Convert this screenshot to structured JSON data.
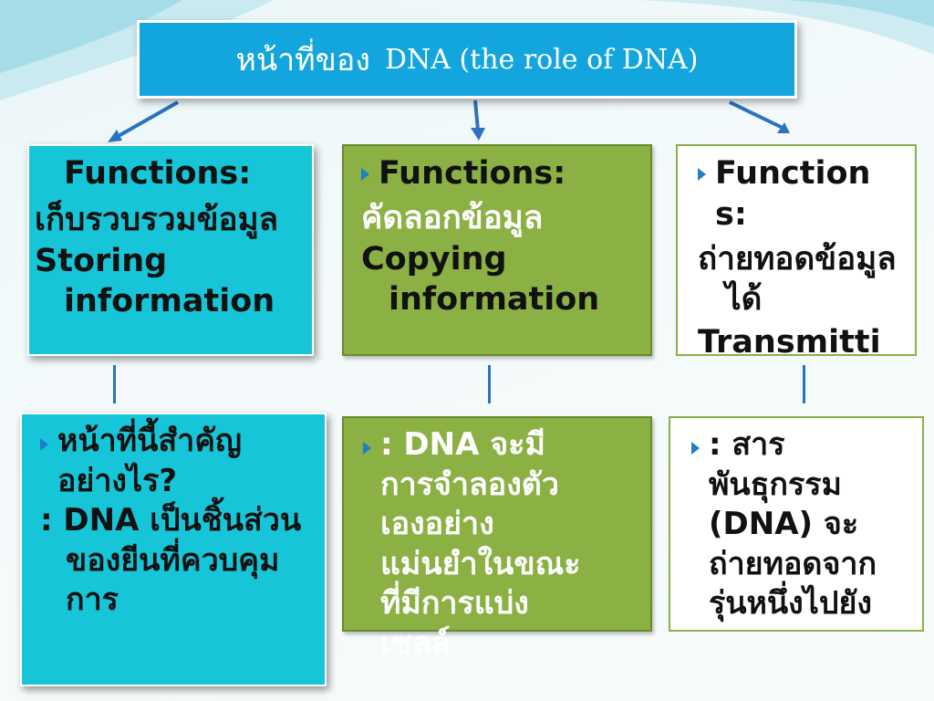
{
  "title": {
    "thai": "หน้าที่ของ",
    "english": "DNA (the role of DNA)"
  },
  "top_boxes": [
    {
      "heading": "Functions:",
      "thai": "เก็บรวบรวมข้อมูล",
      "english": "Storing information"
    },
    {
      "heading": "Functions:",
      "thai": "คัดลอกข้อมูล",
      "english": "Copying information"
    },
    {
      "heading": "Functions:",
      "thai": "ถ่ายทอดข้อมูลได้",
      "english": "Transmitti"
    }
  ],
  "bottom_boxes": [
    {
      "question": "หน้าที่นี้สำคัญอย่างไร?",
      "answer": ": DNA เป็นชิ้นส่วนของยีนที่ควบคุมการ"
    },
    {
      "answer": ": DNA จะมีการจำลองตัวเองอย่างแม่นยำในขณะที่มีการแบ่งเซลล์"
    },
    {
      "answer": ": สารพันธุกรรม (DNA) จะถ่ายทอดจากรุ่นหนึ่งไปยัง"
    }
  ],
  "colors": {
    "title_bg": "#13a5de",
    "cyan_box": "#16c6d8",
    "olive_box": "#8bb043",
    "arrow": "#2b73bf",
    "bullet": "#1d7fc7"
  }
}
